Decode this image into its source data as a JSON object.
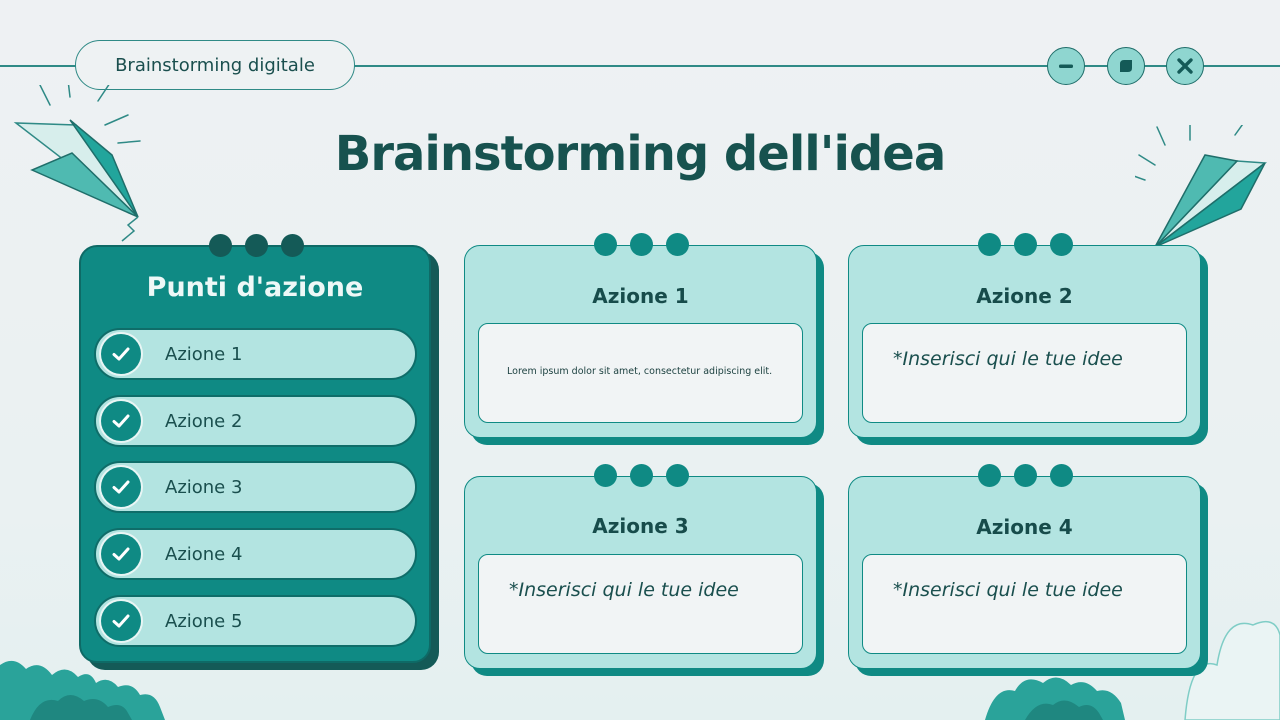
{
  "window": {
    "title": "Brainstorming digitale",
    "controls": [
      {
        "name": "minimize",
        "icon": "minus-icon"
      },
      {
        "name": "maximize",
        "icon": "square-icon"
      },
      {
        "name": "close",
        "icon": "close-icon"
      }
    ]
  },
  "heading": "Brainstorming dell'idea",
  "action_points": {
    "title": "Punti d'azione",
    "items": [
      {
        "label": "Azione 1",
        "icon": "check-icon"
      },
      {
        "label": "Azione 2",
        "icon": "check-icon"
      },
      {
        "label": "Azione 3",
        "icon": "check-icon"
      },
      {
        "label": "Azione 4",
        "icon": "check-icon"
      },
      {
        "label": "Azione 5",
        "icon": "check-icon"
      }
    ]
  },
  "cards": [
    {
      "title": "Azione 1",
      "text": "Lorem ipsum dolor sit amet, consectetur adipiscing elit."
    },
    {
      "title": "Azione 2",
      "text": "*Inserisci qui le tue idee"
    },
    {
      "title": "Azione 3",
      "text": "*Inserisci qui le tue idee"
    },
    {
      "title": "Azione 4",
      "text": "*Inserisci qui le tue idee"
    }
  ],
  "colors": {
    "accent": "#0f8a84",
    "dark": "#145a57",
    "light": "#b3e4e1",
    "text": "#17524f"
  }
}
